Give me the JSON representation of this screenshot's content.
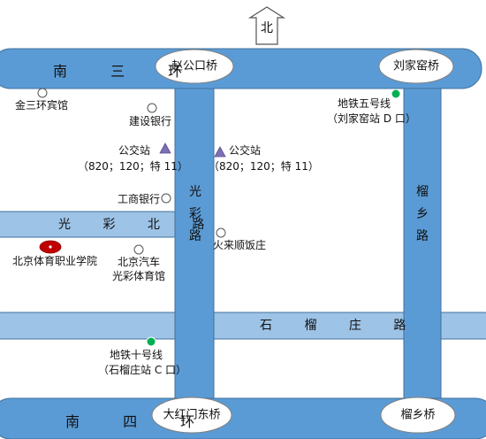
{
  "north": "北",
  "roads": {
    "south_third_ring": "南 三 环",
    "south_fourth_ring": "南 四 环",
    "guangcai_north": "光 彩 北 路",
    "shiliuzhuang": "石 榴 庄 路",
    "guangcai": "光彩路",
    "liuxiang": "榴乡路"
  },
  "bridges": {
    "zhaogongkou": "赵公口桥",
    "liujiayao": "刘家窑桥",
    "dahongmen_east": "大红门东桥",
    "liuxiang": "榴乡桥"
  },
  "places": {
    "jinsanhuan_hotel": "金三环宾馆",
    "ccb": "建设银行",
    "icbc": "工商银行",
    "huolaishun": "火来顺饭庄",
    "auto_gym_line1": "北京汽车",
    "auto_gym_line2": "光彩体育馆",
    "school": "北京体育职业学院"
  },
  "bus_stops": {
    "west_label": "公交站",
    "west_routes": "（820；120；特 11）",
    "east_label": "公交站",
    "east_routes": "（820；120；特 11）"
  },
  "subway": {
    "line5": "地铁五号线",
    "line5_exit": "（刘家窑站 D 口）",
    "line10": "地铁十号线",
    "line10_exit": "（石榴庄站 C 口）"
  },
  "colors": {
    "road_main": "#5b9bd5",
    "road_light": "#9dc3e6",
    "road_stroke": "#41719c",
    "bus_marker": "#7e6fb5",
    "subway_marker": "#00b050",
    "school_marker": "#c00000"
  }
}
